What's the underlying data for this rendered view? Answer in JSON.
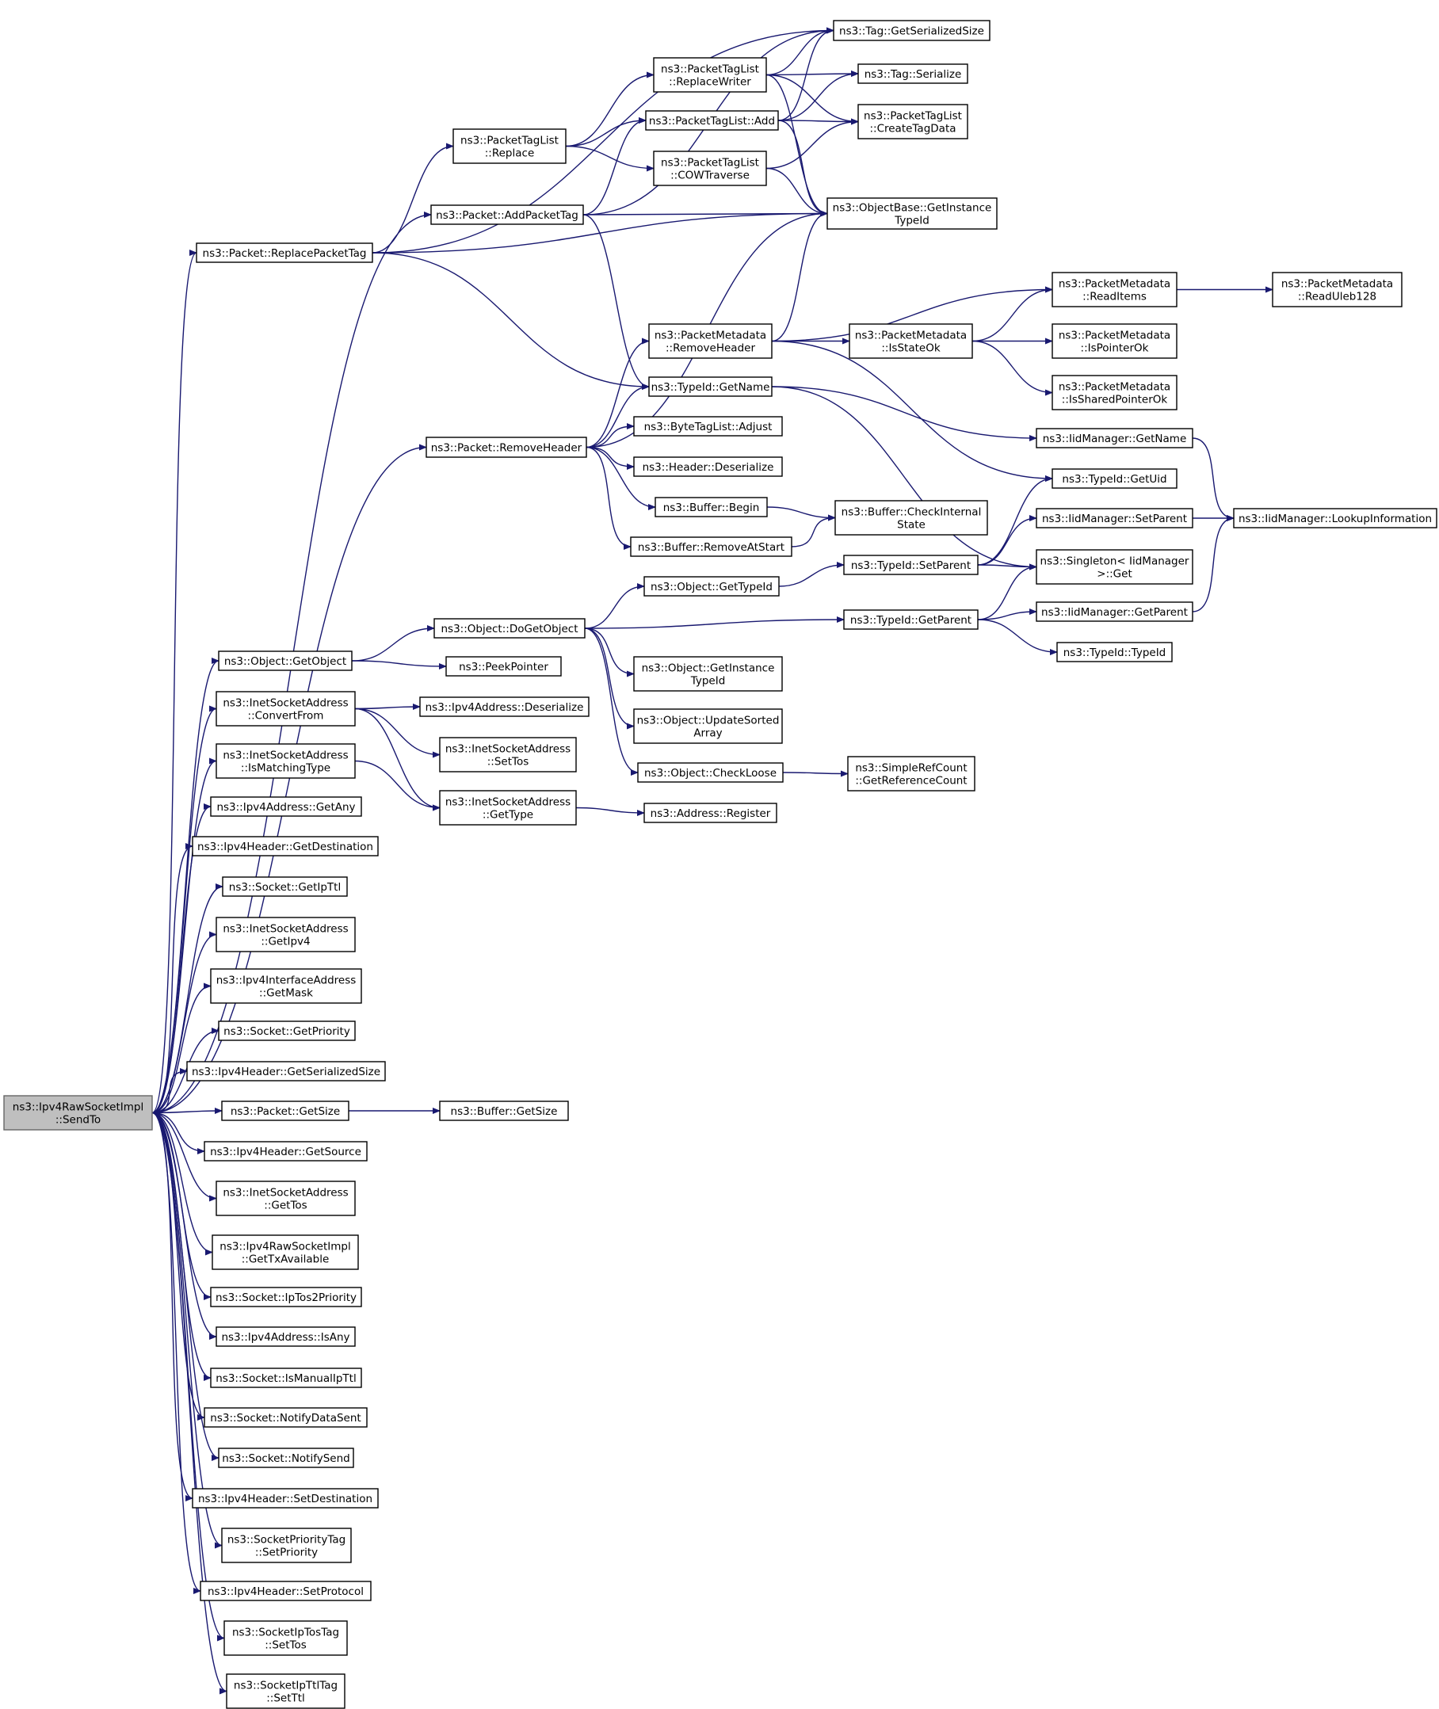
{
  "graph": {
    "root": "SendTo",
    "nodes": {
      "SendTo": {
        "lines": [
          "ns3::Ipv4RawSocketImpl",
          "::SendTo"
        ]
      },
      "ReplacePacketTag": {
        "lines": [
          "ns3::Packet::ReplacePacketTag"
        ]
      },
      "PacketTagListReplace": {
        "lines": [
          "ns3::PacketTagList",
          "::Replace"
        ]
      },
      "AddPacketTag": {
        "lines": [
          "ns3::Packet::AddPacketTag"
        ]
      },
      "ReplaceWriter": {
        "lines": [
          "ns3::PacketTagList",
          "::ReplaceWriter"
        ]
      },
      "PTLAdd": {
        "lines": [
          "ns3::PacketTagList::Add"
        ]
      },
      "COWTraverse": {
        "lines": [
          "ns3::PacketTagList",
          "::COWTraverse"
        ]
      },
      "TagGetSerializedSize": {
        "lines": [
          "ns3::Tag::GetSerializedSize"
        ]
      },
      "TagSerialize": {
        "lines": [
          "ns3::Tag::Serialize"
        ]
      },
      "CreateTagData": {
        "lines": [
          "ns3::PacketTagList",
          "::CreateTagData"
        ]
      },
      "ObjectBaseGetInstanceTypeId": {
        "lines": [
          "ns3::ObjectBase::GetInstance",
          "TypeId"
        ]
      },
      "PacketRemoveHeader": {
        "lines": [
          "ns3::Packet::RemoveHeader"
        ]
      },
      "PMRemoveHeader": {
        "lines": [
          "ns3::PacketMetadata",
          "::RemoveHeader"
        ]
      },
      "TypeIdGetName": {
        "lines": [
          "ns3::TypeId::GetName"
        ]
      },
      "ByteTagListAdjust": {
        "lines": [
          "ns3::ByteTagList::Adjust"
        ]
      },
      "HeaderDeserialize": {
        "lines": [
          "ns3::Header::Deserialize"
        ]
      },
      "BufferBegin": {
        "lines": [
          "ns3::Buffer::Begin"
        ]
      },
      "BufferRemoveAtStart": {
        "lines": [
          "ns3::Buffer::RemoveAtStart"
        ]
      },
      "BufferCheckInternalState": {
        "lines": [
          "ns3::Buffer::CheckInternal",
          "State"
        ]
      },
      "PMReadItems": {
        "lines": [
          "ns3::PacketMetadata",
          "::ReadItems"
        ]
      },
      "PMReadUleb128": {
        "lines": [
          "ns3::PacketMetadata",
          "::ReadUleb128"
        ]
      },
      "PMIsStateOk": {
        "lines": [
          "ns3::PacketMetadata",
          "::IsStateOk"
        ]
      },
      "PMIsPointerOk": {
        "lines": [
          "ns3::PacketMetadata",
          "::IsPointerOk"
        ]
      },
      "PMIsSharedPointerOk": {
        "lines": [
          "ns3::PacketMetadata",
          "::IsSharedPointerOk"
        ]
      },
      "IidManagerGetName": {
        "lines": [
          "ns3::IidManager::GetName"
        ]
      },
      "TypeIdGetUid": {
        "lines": [
          "ns3::TypeId::GetUid"
        ]
      },
      "IidManagerSetParent": {
        "lines": [
          "ns3::IidManager::SetParent"
        ]
      },
      "LookupInformation": {
        "lines": [
          "ns3::IidManager::LookupInformation"
        ]
      },
      "SingletonGet": {
        "lines": [
          "ns3::Singleton< IidManager",
          " >::Get"
        ]
      },
      "IidManagerGetParent": {
        "lines": [
          "ns3::IidManager::GetParent"
        ]
      },
      "TypeIdTypeId": {
        "lines": [
          "ns3::TypeId::TypeId"
        ]
      },
      "TypeIdSetParent": {
        "lines": [
          "ns3::TypeId::SetParent"
        ]
      },
      "TypeIdGetParent": {
        "lines": [
          "ns3::TypeId::GetParent"
        ]
      },
      "ObjectGetTypeId": {
        "lines": [
          "ns3::Object::GetTypeId"
        ]
      },
      "ObjectDoGetObject": {
        "lines": [
          "ns3::Object::DoGetObject"
        ]
      },
      "ObjectGetInstanceTypeId": {
        "lines": [
          "ns3::Object::GetInstance",
          "TypeId"
        ]
      },
      "ObjectUpdateSortedArray": {
        "lines": [
          "ns3::Object::UpdateSorted",
          "Array"
        ]
      },
      "ObjectCheckLoose": {
        "lines": [
          "ns3::Object::CheckLoose"
        ]
      },
      "SimpleRefCountGetReferenceCount": {
        "lines": [
          "ns3::SimpleRefCount",
          "::GetReferenceCount"
        ]
      },
      "ObjectGetObject": {
        "lines": [
          "ns3::Object::GetObject"
        ]
      },
      "PeekPointer": {
        "lines": [
          "ns3::PeekPointer"
        ]
      },
      "ISAConvertFrom": {
        "lines": [
          "ns3::InetSocketAddress",
          "::ConvertFrom"
        ]
      },
      "Ipv4AddressDeserialize": {
        "lines": [
          "ns3::Ipv4Address::Deserialize"
        ]
      },
      "ISASetTos": {
        "lines": [
          "ns3::InetSocketAddress",
          "::SetTos"
        ]
      },
      "ISAIsMatchingType": {
        "lines": [
          "ns3::InetSocketAddress",
          "::IsMatchingType"
        ]
      },
      "ISAGetType": {
        "lines": [
          "ns3::InetSocketAddress",
          "::GetType"
        ]
      },
      "AddressRegister": {
        "lines": [
          "ns3::Address::Register"
        ]
      },
      "Ipv4AddressGetAny": {
        "lines": [
          "ns3::Ipv4Address::GetAny"
        ]
      },
      "Ipv4HeaderGetDestination": {
        "lines": [
          "ns3::Ipv4Header::GetDestination"
        ]
      },
      "SocketGetIpTtl": {
        "lines": [
          "ns3::Socket::GetIpTtl"
        ]
      },
      "ISAGetIpv4": {
        "lines": [
          "ns3::InetSocketAddress",
          "::GetIpv4"
        ]
      },
      "Ipv4InterfaceAddressGetMask": {
        "lines": [
          "ns3::Ipv4InterfaceAddress",
          "::GetMask"
        ]
      },
      "SocketGetPriority": {
        "lines": [
          "ns3::Socket::GetPriority"
        ]
      },
      "Ipv4HeaderGetSerializedSize": {
        "lines": [
          "ns3::Ipv4Header::GetSerializedSize"
        ]
      },
      "PacketGetSize": {
        "lines": [
          "ns3::Packet::GetSize"
        ]
      },
      "BufferGetSize": {
        "lines": [
          "ns3::Buffer::GetSize"
        ]
      },
      "Ipv4HeaderGetSource": {
        "lines": [
          "ns3::Ipv4Header::GetSource"
        ]
      },
      "ISAGetTos": {
        "lines": [
          "ns3::InetSocketAddress",
          "::GetTos"
        ]
      },
      "GetTxAvailable": {
        "lines": [
          "ns3::Ipv4RawSocketImpl",
          "::GetTxAvailable"
        ]
      },
      "SocketIpTos2Priority": {
        "lines": [
          "ns3::Socket::IpTos2Priority"
        ]
      },
      "Ipv4AddressIsAny": {
        "lines": [
          "ns3::Ipv4Address::IsAny"
        ]
      },
      "SocketIsManualIpTtl": {
        "lines": [
          "ns3::Socket::IsManualIpTtl"
        ]
      },
      "SocketNotifyDataSent": {
        "lines": [
          "ns3::Socket::NotifyDataSent"
        ]
      },
      "SocketNotifySend": {
        "lines": [
          "ns3::Socket::NotifySend"
        ]
      },
      "Ipv4HeaderSetDestination": {
        "lines": [
          "ns3::Ipv4Header::SetDestination"
        ]
      },
      "SocketPriorityTagSetPriority": {
        "lines": [
          "ns3::SocketPriorityTag",
          "::SetPriority"
        ]
      },
      "Ipv4HeaderSetProtocol": {
        "lines": [
          "ns3::Ipv4Header::SetProtocol"
        ]
      },
      "SocketIpTosTagSetTos": {
        "lines": [
          "ns3::SocketIpTosTag",
          "::SetTos"
        ]
      },
      "SocketIpTtlTagSetTtl": {
        "lines": [
          "ns3::SocketIpTtlTag",
          "::SetTtl"
        ]
      }
    },
    "edges": [
      [
        "SendTo",
        "ReplacePacketTag"
      ],
      [
        "SendTo",
        "AddPacketTag"
      ],
      [
        "SendTo",
        "PacketRemoveHeader"
      ],
      [
        "SendTo",
        "ObjectGetObject"
      ],
      [
        "SendTo",
        "ISAConvertFrom"
      ],
      [
        "SendTo",
        "ISAIsMatchingType"
      ],
      [
        "SendTo",
        "Ipv4AddressGetAny"
      ],
      [
        "SendTo",
        "Ipv4HeaderGetDestination"
      ],
      [
        "SendTo",
        "SocketGetIpTtl"
      ],
      [
        "SendTo",
        "ISAGetIpv4"
      ],
      [
        "SendTo",
        "Ipv4InterfaceAddressGetMask"
      ],
      [
        "SendTo",
        "SocketGetPriority"
      ],
      [
        "SendTo",
        "Ipv4HeaderGetSerializedSize"
      ],
      [
        "SendTo",
        "PacketGetSize"
      ],
      [
        "SendTo",
        "Ipv4HeaderGetSource"
      ],
      [
        "SendTo",
        "ISAGetTos"
      ],
      [
        "SendTo",
        "GetTxAvailable"
      ],
      [
        "SendTo",
        "SocketIpTos2Priority"
      ],
      [
        "SendTo",
        "Ipv4AddressIsAny"
      ],
      [
        "SendTo",
        "SocketIsManualIpTtl"
      ],
      [
        "SendTo",
        "SocketNotifyDataSent"
      ],
      [
        "SendTo",
        "SocketNotifySend"
      ],
      [
        "SendTo",
        "Ipv4HeaderSetDestination"
      ],
      [
        "SendTo",
        "SocketPriorityTagSetPriority"
      ],
      [
        "SendTo",
        "Ipv4HeaderSetProtocol"
      ],
      [
        "SendTo",
        "SocketIpTosTagSetTos"
      ],
      [
        "SendTo",
        "SocketIpTtlTagSetTtl"
      ],
      [
        "ReplacePacketTag",
        "TagGetSerializedSize"
      ],
      [
        "ReplacePacketTag",
        "PacketTagListReplace"
      ],
      [
        "ReplacePacketTag",
        "ObjectBaseGetInstanceTypeId"
      ],
      [
        "ReplacePacketTag",
        "TypeIdGetName"
      ],
      [
        "PacketTagListReplace",
        "ReplaceWriter"
      ],
      [
        "PacketTagListReplace",
        "PTLAdd"
      ],
      [
        "PacketTagListReplace",
        "COWTraverse"
      ],
      [
        "AddPacketTag",
        "TagGetSerializedSize"
      ],
      [
        "AddPacketTag",
        "PTLAdd"
      ],
      [
        "AddPacketTag",
        "ObjectBaseGetInstanceTypeId"
      ],
      [
        "AddPacketTag",
        "TypeIdGetName"
      ],
      [
        "ReplaceWriter",
        "TagGetSerializedSize"
      ],
      [
        "ReplaceWriter",
        "TagSerialize"
      ],
      [
        "ReplaceWriter",
        "CreateTagData"
      ],
      [
        "ReplaceWriter",
        "ObjectBaseGetInstanceTypeId"
      ],
      [
        "PTLAdd",
        "TagGetSerializedSize"
      ],
      [
        "PTLAdd",
        "TagSerialize"
      ],
      [
        "PTLAdd",
        "CreateTagData"
      ],
      [
        "PTLAdd",
        "ObjectBaseGetInstanceTypeId"
      ],
      [
        "COWTraverse",
        "CreateTagData"
      ],
      [
        "COWTraverse",
        "ObjectBaseGetInstanceTypeId"
      ],
      [
        "PacketRemoveHeader",
        "ObjectBaseGetInstanceTypeId"
      ],
      [
        "PacketRemoveHeader",
        "PMRemoveHeader"
      ],
      [
        "PacketRemoveHeader",
        "TypeIdGetName"
      ],
      [
        "PacketRemoveHeader",
        "ByteTagListAdjust"
      ],
      [
        "PacketRemoveHeader",
        "HeaderDeserialize"
      ],
      [
        "PacketRemoveHeader",
        "BufferBegin"
      ],
      [
        "PacketRemoveHeader",
        "BufferRemoveAtStart"
      ],
      [
        "PMRemoveHeader",
        "ObjectBaseGetInstanceTypeId"
      ],
      [
        "PMRemoveHeader",
        "PMReadItems"
      ],
      [
        "PMRemoveHeader",
        "PMIsStateOk"
      ],
      [
        "PMRemoveHeader",
        "TypeIdGetUid"
      ],
      [
        "PMReadItems",
        "PMReadUleb128"
      ],
      [
        "PMIsStateOk",
        "PMReadItems"
      ],
      [
        "PMIsStateOk",
        "PMIsPointerOk"
      ],
      [
        "PMIsStateOk",
        "PMIsSharedPointerOk"
      ],
      [
        "TypeIdGetName",
        "IidManagerGetName"
      ],
      [
        "TypeIdGetName",
        "SingletonGet"
      ],
      [
        "IidManagerGetName",
        "LookupInformation"
      ],
      [
        "BufferBegin",
        "BufferCheckInternalState"
      ],
      [
        "BufferRemoveAtStart",
        "BufferCheckInternalState"
      ],
      [
        "IidManagerSetParent",
        "LookupInformation"
      ],
      [
        "IidManagerGetParent",
        "LookupInformation"
      ],
      [
        "TypeIdSetParent",
        "TypeIdGetUid"
      ],
      [
        "TypeIdSetParent",
        "IidManagerSetParent"
      ],
      [
        "TypeIdSetParent",
        "SingletonGet"
      ],
      [
        "TypeIdGetParent",
        "SingletonGet"
      ],
      [
        "TypeIdGetParent",
        "IidManagerGetParent"
      ],
      [
        "TypeIdGetParent",
        "TypeIdTypeId"
      ],
      [
        "ObjectGetTypeId",
        "TypeIdSetParent"
      ],
      [
        "ObjectDoGetObject",
        "ObjectGetTypeId"
      ],
      [
        "ObjectDoGetObject",
        "TypeIdGetParent"
      ],
      [
        "ObjectDoGetObject",
        "ObjectGetInstanceTypeId"
      ],
      [
        "ObjectDoGetObject",
        "ObjectUpdateSortedArray"
      ],
      [
        "ObjectDoGetObject",
        "ObjectCheckLoose"
      ],
      [
        "ObjectCheckLoose",
        "SimpleRefCountGetReferenceCount"
      ],
      [
        "ObjectGetObject",
        "ObjectDoGetObject"
      ],
      [
        "ObjectGetObject",
        "PeekPointer"
      ],
      [
        "ISAConvertFrom",
        "Ipv4AddressDeserialize"
      ],
      [
        "ISAConvertFrom",
        "ISASetTos"
      ],
      [
        "ISAConvertFrom",
        "ISAGetType"
      ],
      [
        "ISAIsMatchingType",
        "ISAGetType"
      ],
      [
        "ISAGetType",
        "AddressRegister"
      ],
      [
        "PacketGetSize",
        "BufferGetSize"
      ]
    ]
  }
}
